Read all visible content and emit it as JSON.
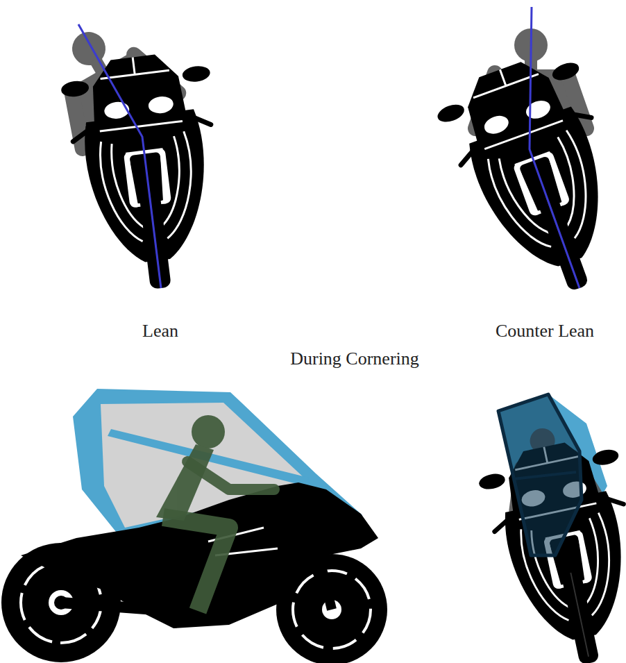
{
  "diagram": {
    "labels": [
      "Lean",
      "Counter Lean",
      "During Cornering"
    ]
  }
}
